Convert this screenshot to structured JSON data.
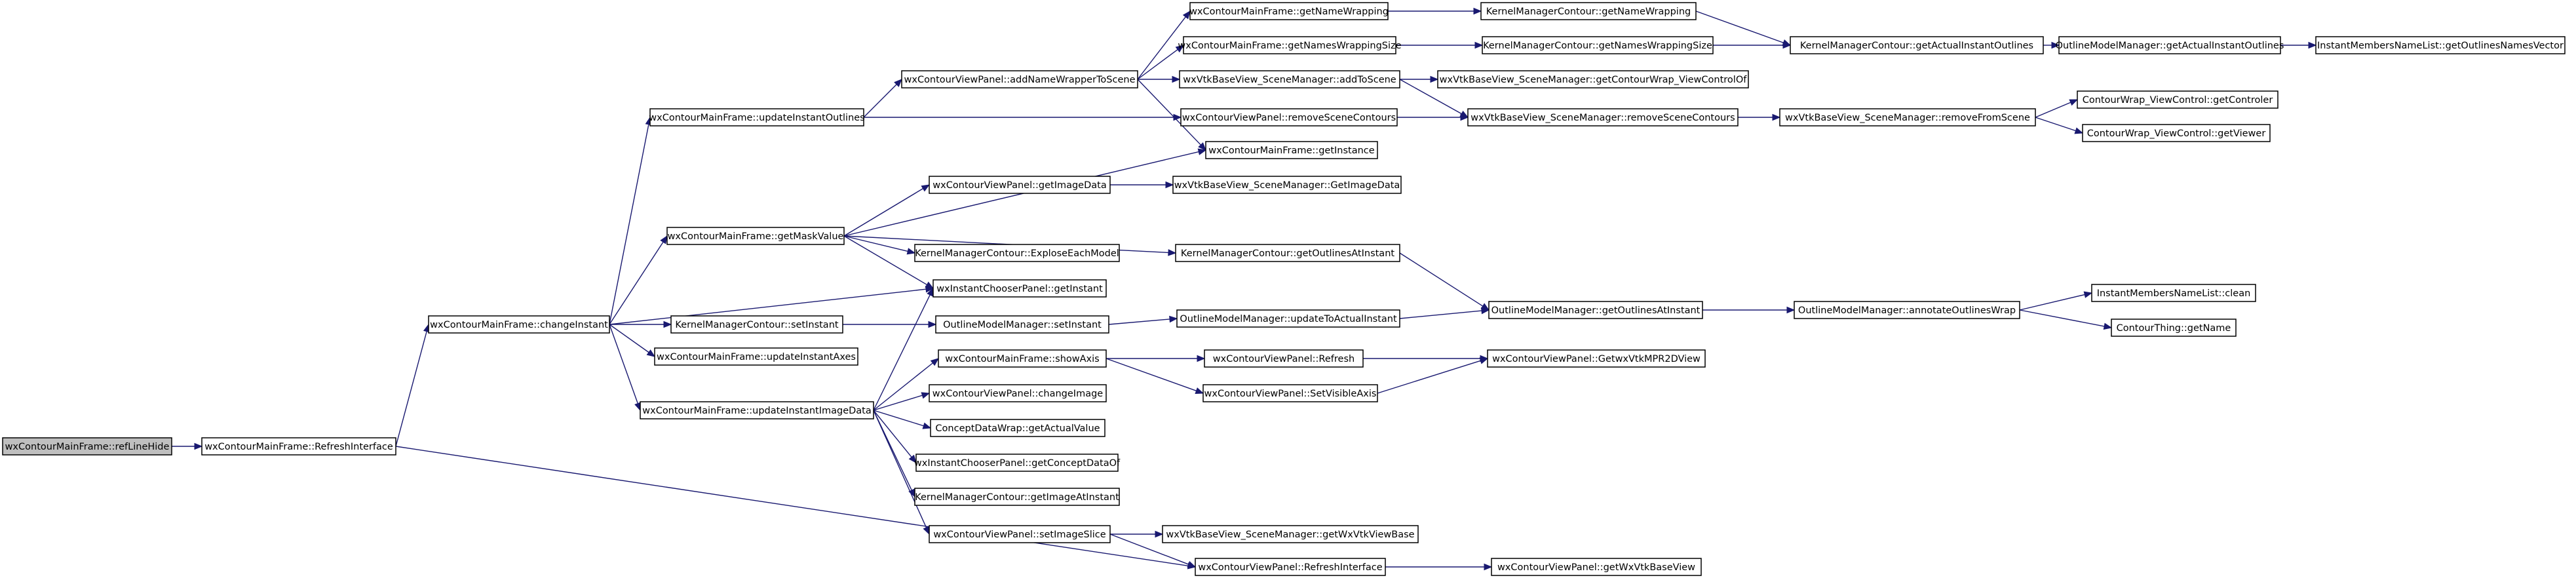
{
  "diagram": {
    "type": "call-graph",
    "colors": {
      "edge": "#191970",
      "root_fill": "#bfbfbf",
      "node_fill": "#ffffff",
      "node_border": "#000000"
    },
    "nodes": {
      "refLineHide": "wxContourMainFrame::refLineHide",
      "mfRefreshInterface": "wxContourMainFrame::RefreshInterface",
      "changeInstant": "wxContourMainFrame::changeInstant",
      "updateInstantOutlines": "wxContourMainFrame::updateInstantOutlines",
      "getMaskValue": "wxContourMainFrame::getMaskValue",
      "kmcSetInstant": "KernelManagerContour::setInstant",
      "updateInstantAxes": "wxContourMainFrame::updateInstantAxes",
      "updateInstantImageData": "wxContourMainFrame::updateInstantImageData",
      "mfGetNameWrapping": "wxContourMainFrame::getNameWrapping",
      "mfGetNamesWrappingSize": "wxContourMainFrame::getNamesWrappingSize",
      "addNameWrapperToScene": "wxContourViewPanel::addNameWrapperToScene",
      "vpRemoveSceneContours": "wxContourViewPanel::removeSceneContours",
      "getInstance": "wxContourMainFrame::getInstance",
      "vpGetImageData": "wxContourViewPanel::getImageData",
      "exploseEachModel": "KernelManagerContour::ExploseEachModel",
      "icpGetInstant": "wxInstantChooserPanel::getInstant",
      "omSetInstant": "OutlineModelManager::setInstant",
      "showAxis": "wxContourMainFrame::showAxis",
      "changeImage": "wxContourViewPanel::changeImage",
      "getActualValue": "ConceptDataWrap::getActualValue",
      "getConceptDataOf": "wxInstantChooserPanel::getConceptDataOf",
      "getImageAtInstant": "KernelManagerContour::getImageAtInstant",
      "setImageSlice": "wxContourViewPanel::setImageSlice",
      "vpRefreshInterface": "wxContourViewPanel::RefreshInterface",
      "addToScene": "wxVtkBaseView_SceneManager::addToScene",
      "kmcGetNameWrapping": "KernelManagerContour::getNameWrapping",
      "kmcGetNamesWrappingSize": "KernelManagerContour::getNamesWrappingSize",
      "smRemoveSceneContours": "wxVtkBaseView_SceneManager::removeSceneContours",
      "smGetImageData": "wxVtkBaseView_SceneManager::GetImageData",
      "kmcGetOutlinesAtInstant": "KernelManagerContour::getOutlinesAtInstant",
      "updateToActualInstant": "OutlineModelManager::updateToActualInstant",
      "vpRefresh": "wxContourViewPanel::Refresh",
      "setVisibleAxis": "wxContourViewPanel::SetVisibleAxis",
      "getWxVtkViewBase": "wxVtkBaseView_SceneManager::getWxVtkViewBase",
      "getWxVtkBaseView": "wxContourViewPanel::getWxVtkBaseView",
      "getContourWrapViewControlOf": "wxVtkBaseView_SceneManager::getContourWrap_ViewControlOf",
      "kmcGetActualInstantOutlines": "KernelManagerContour::getActualInstantOutlines",
      "removeFromScene": "wxVtkBaseView_SceneManager::removeFromScene",
      "omGetOutlinesAtInstant": "OutlineModelManager::getOutlinesAtInstant",
      "getWxVtkMPR2DView": "wxContourViewPanel::GetwxVtkMPR2DView",
      "omGetActualInstantOutlines": "OutlineModelManager::getActualInstantOutlines",
      "getControler": "ContourWrap_ViewControl::getControler",
      "getViewer": "ContourWrap_ViewControl::getViewer",
      "annotateOutlinesWrap": "OutlineModelManager::annotateOutlinesWrap",
      "getOutlinesNamesVector": "InstantMembersNameList::getOutlinesNamesVector",
      "clean": "InstantMembersNameList::clean",
      "getName": "ContourThing::getName"
    },
    "edges": [
      [
        "refLineHide",
        "mfRefreshInterface"
      ],
      [
        "mfRefreshInterface",
        "changeInstant"
      ],
      [
        "mfRefreshInterface",
        "vpRefreshInterface"
      ],
      [
        "changeInstant",
        "updateInstantOutlines"
      ],
      [
        "changeInstant",
        "getMaskValue"
      ],
      [
        "changeInstant",
        "icpGetInstant"
      ],
      [
        "changeInstant",
        "kmcSetInstant"
      ],
      [
        "changeInstant",
        "updateInstantAxes"
      ],
      [
        "changeInstant",
        "updateInstantImageData"
      ],
      [
        "updateInstantOutlines",
        "addNameWrapperToScene"
      ],
      [
        "updateInstantOutlines",
        "vpRemoveSceneContours"
      ],
      [
        "addNameWrapperToScene",
        "mfGetNameWrapping"
      ],
      [
        "addNameWrapperToScene",
        "mfGetNamesWrappingSize"
      ],
      [
        "addNameWrapperToScene",
        "addToScene"
      ],
      [
        "addNameWrapperToScene",
        "getInstance"
      ],
      [
        "mfGetNameWrapping",
        "kmcGetNameWrapping"
      ],
      [
        "mfGetNamesWrappingSize",
        "kmcGetNamesWrappingSize"
      ],
      [
        "kmcGetNameWrapping",
        "kmcGetActualInstantOutlines"
      ],
      [
        "kmcGetNamesWrappingSize",
        "kmcGetActualInstantOutlines"
      ],
      [
        "kmcGetActualInstantOutlines",
        "omGetActualInstantOutlines"
      ],
      [
        "omGetActualInstantOutlines",
        "getOutlinesNamesVector"
      ],
      [
        "addToScene",
        "getContourWrapViewControlOf"
      ],
      [
        "addToScene",
        "smRemoveSceneContours"
      ],
      [
        "vpRemoveSceneContours",
        "smRemoveSceneContours"
      ],
      [
        "smRemoveSceneContours",
        "removeFromScene"
      ],
      [
        "removeFromScene",
        "getControler"
      ],
      [
        "removeFromScene",
        "getViewer"
      ],
      [
        "getMaskValue",
        "getInstance"
      ],
      [
        "getMaskValue",
        "vpGetImageData"
      ],
      [
        "getMaskValue",
        "exploseEachModel"
      ],
      [
        "getMaskValue",
        "icpGetInstant"
      ],
      [
        "getMaskValue",
        "kmcGetOutlinesAtInstant"
      ],
      [
        "vpGetImageData",
        "smGetImageData"
      ],
      [
        "kmcGetOutlinesAtInstant",
        "omGetOutlinesAtInstant"
      ],
      [
        "kmcSetInstant",
        "omSetInstant"
      ],
      [
        "omSetInstant",
        "updateToActualInstant"
      ],
      [
        "updateToActualInstant",
        "omGetOutlinesAtInstant"
      ],
      [
        "omGetOutlinesAtInstant",
        "annotateOutlinesWrap"
      ],
      [
        "annotateOutlinesWrap",
        "clean"
      ],
      [
        "annotateOutlinesWrap",
        "getName"
      ],
      [
        "updateInstantImageData",
        "icpGetInstant"
      ],
      [
        "updateInstantImageData",
        "showAxis"
      ],
      [
        "updateInstantImageData",
        "changeImage"
      ],
      [
        "updateInstantImageData",
        "getActualValue"
      ],
      [
        "updateInstantImageData",
        "getConceptDataOf"
      ],
      [
        "updateInstantImageData",
        "getImageAtInstant"
      ],
      [
        "updateInstantImageData",
        "setImageSlice"
      ],
      [
        "showAxis",
        "vpRefresh"
      ],
      [
        "showAxis",
        "setVisibleAxis"
      ],
      [
        "vpRefresh",
        "getWxVtkMPR2DView"
      ],
      [
        "setVisibleAxis",
        "getWxVtkMPR2DView"
      ],
      [
        "setImageSlice",
        "getWxVtkViewBase"
      ],
      [
        "setImageSlice",
        "vpRefreshInterface"
      ],
      [
        "vpRefreshInterface",
        "getWxVtkBaseView"
      ]
    ]
  }
}
